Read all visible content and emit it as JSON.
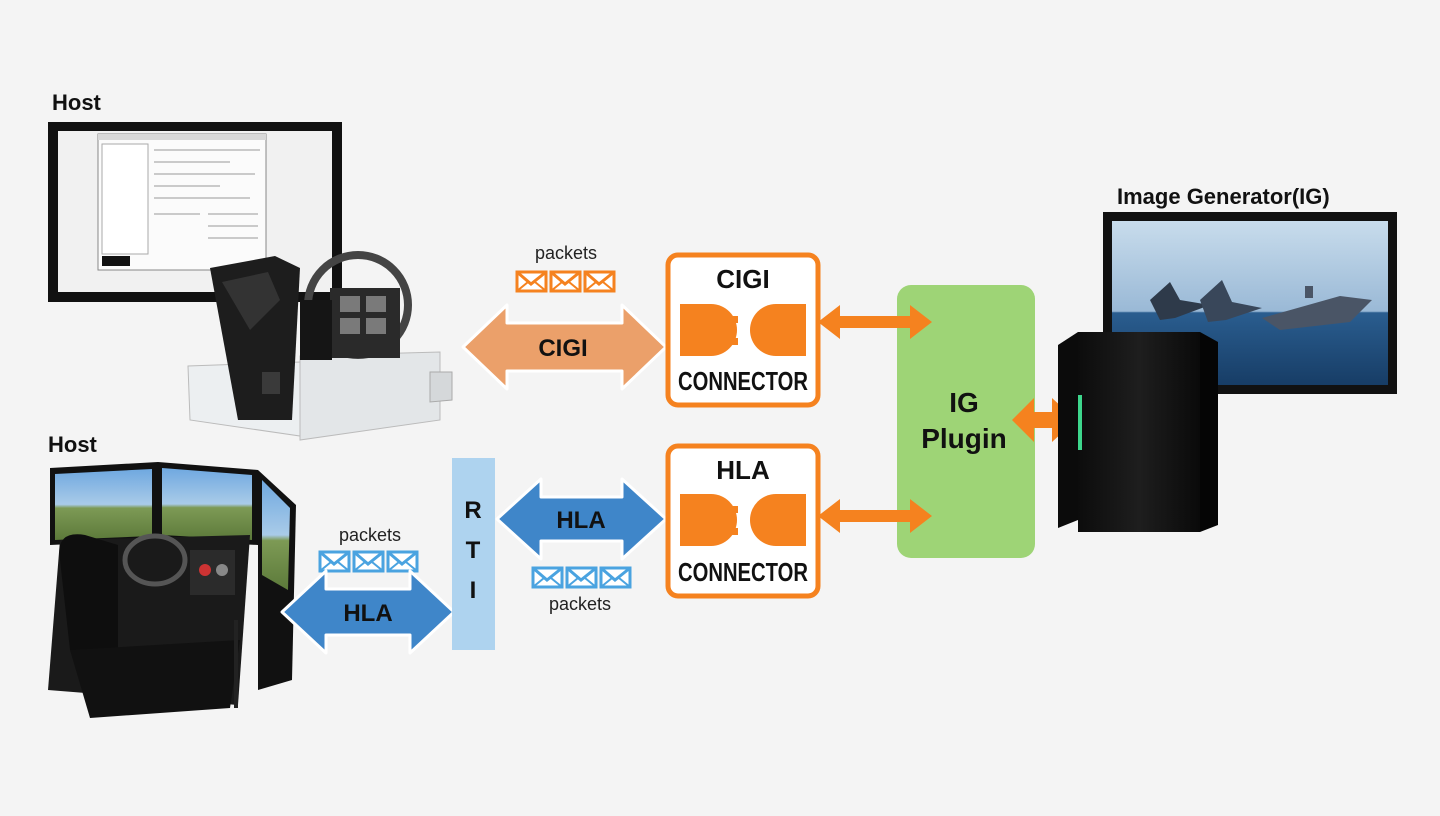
{
  "hosts": [
    {
      "label": "Host"
    },
    {
      "label": "Host"
    }
  ],
  "image_generator": {
    "label": "Image Generator(IG)"
  },
  "cigi_link": {
    "arrow_label": "CIGI",
    "packets_label": "packets",
    "connector": {
      "title": "CIGI",
      "subtitle": "CONNECTOR"
    }
  },
  "hla_link": {
    "arrow_label_left": "HLA",
    "arrow_label_right": "HLA",
    "packets_label_left": "packets",
    "packets_label_right": "packets",
    "rti": {
      "letters": [
        "R",
        "T",
        "I"
      ]
    },
    "connector": {
      "title": "HLA",
      "subtitle": "CONNECTOR"
    }
  },
  "ig_plugin": {
    "line1": "IG",
    "line2": "Plugin"
  },
  "colors": {
    "orange": "#f5821f",
    "cigi_arrow": "#eba06a",
    "hla_arrow": "#3f86c9",
    "packet_blue": "#4aa3e0",
    "rti_fill": "#aed3ef",
    "plugin_green": "#9ed476",
    "background": "#f4f4f4"
  }
}
